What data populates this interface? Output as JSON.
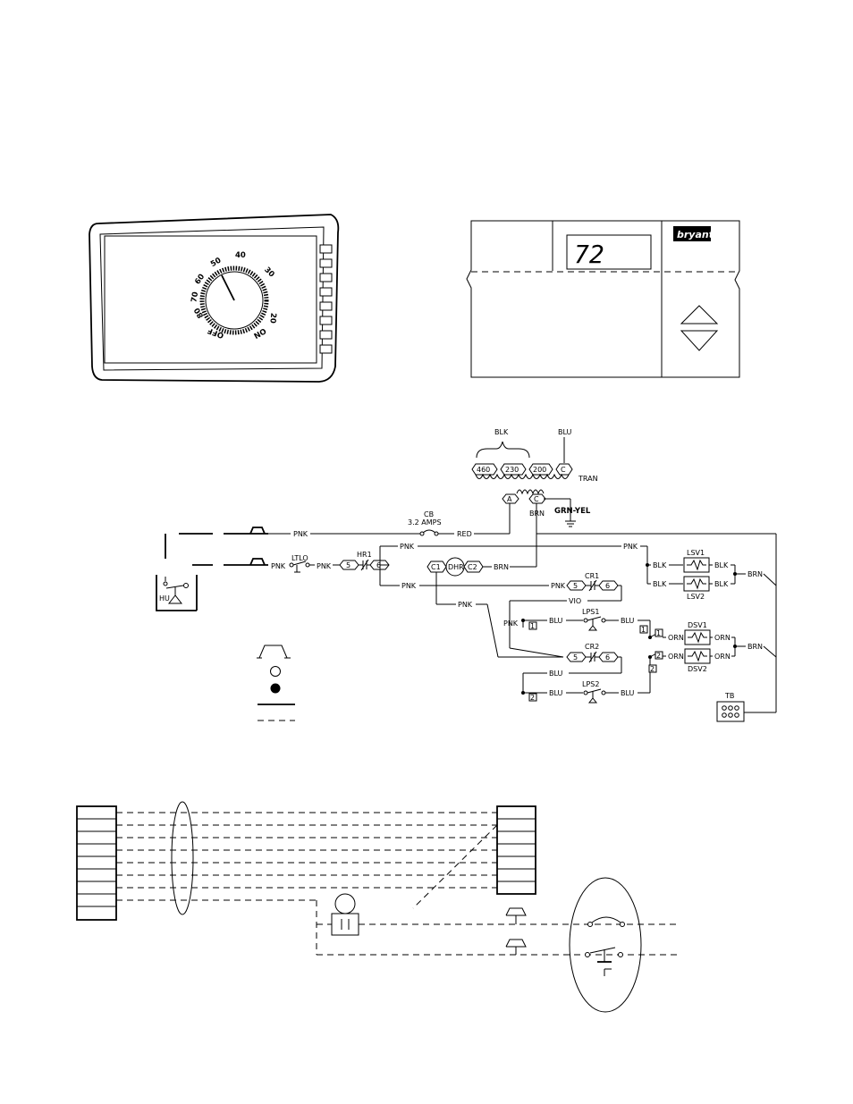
{
  "dial_thermostat": {
    "scale_labels": [
      "40",
      "50",
      "30",
      "60",
      "70",
      "20",
      "80",
      "OFF",
      "ON"
    ]
  },
  "digital_thermostat": {
    "display_value": "72",
    "brand": "bryant"
  },
  "wiring": {
    "transformer": {
      "blk": "BLK",
      "blu": "BLU",
      "taps": [
        "460",
        "230",
        "200",
        "C"
      ],
      "label": "TRAN",
      "sec_a": "A",
      "sec_c": "C",
      "brn": "BRN",
      "grn_yel": "GRN-YEL"
    },
    "breaker": {
      "name": "CB",
      "rating": "3.2  AMPS",
      "red": "RED"
    },
    "pnk": "PNK",
    "ltlo": "LTLO",
    "hr1": {
      "name": "HR1",
      "t5": "5",
      "t6": "6"
    },
    "dhr": {
      "c1": "C1",
      "name": "DHR",
      "c2": "C2",
      "brn": "BRN"
    },
    "cr1": {
      "name": "CR1",
      "t5": "5",
      "t6": "6"
    },
    "cr2": {
      "name": "CR2",
      "t5": "5",
      "t6": "6"
    },
    "vio": "VIO",
    "blu": "BLU",
    "orn": "ORN",
    "blk": "BLK",
    "brn": "BRN",
    "lps1": "LPS1",
    "lps2": "LPS2",
    "lsv1": "LSV1",
    "lsv2": "LSV2",
    "dsv1": "DSV1",
    "dsv2": "DSV2",
    "tb": "TB",
    "num1": "1",
    "num2": "2",
    "hu": "HU"
  }
}
